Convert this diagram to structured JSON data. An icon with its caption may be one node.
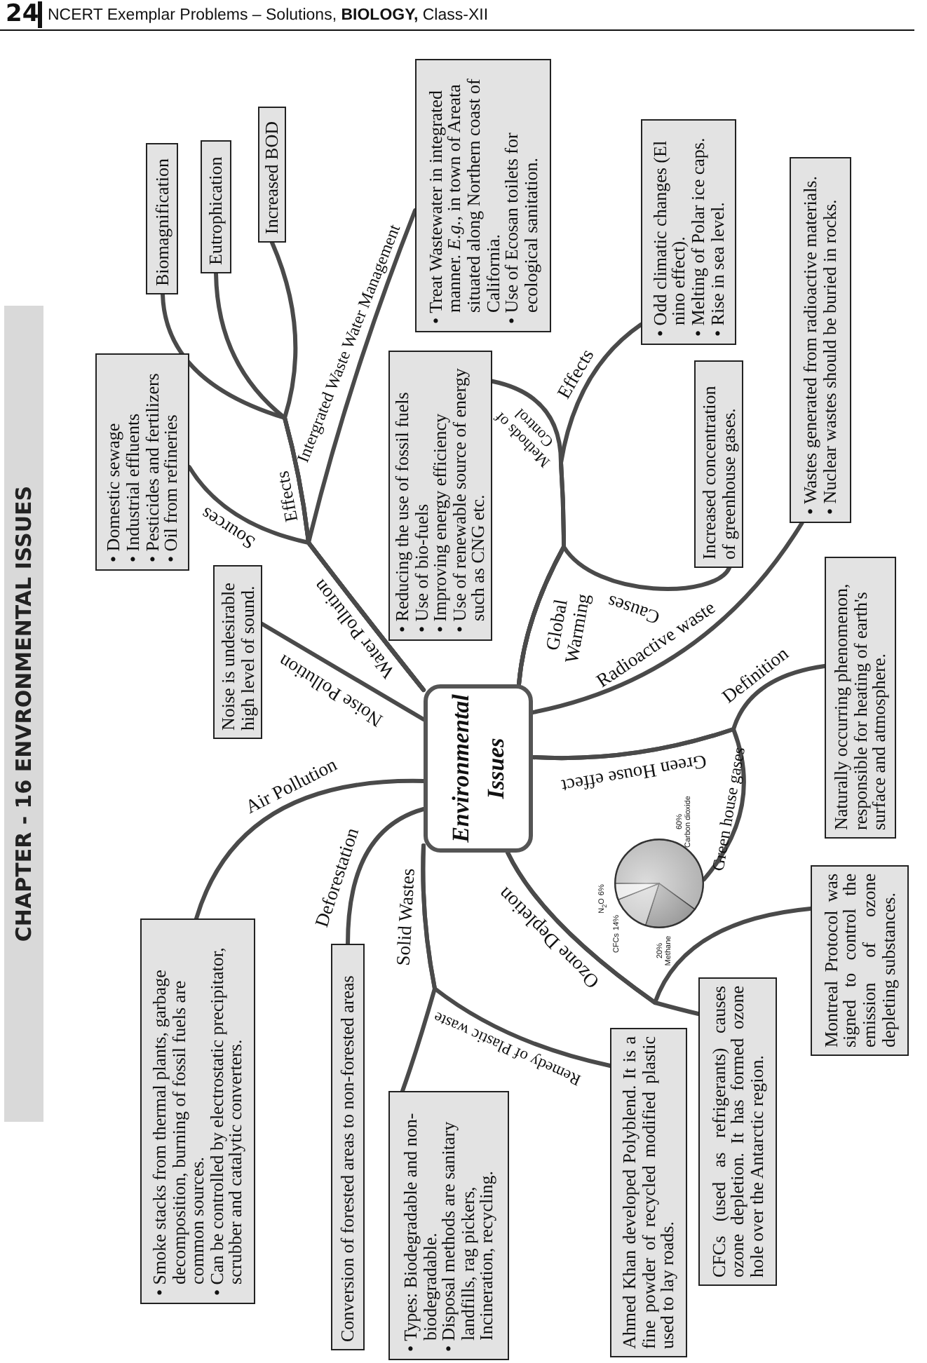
{
  "diagram": {
    "title": "CHAPTER - 16 ENVRONMENTAL ISSUES",
    "nodes": [
      {
        "text": [
          "Environmental Issues"
        ]
      },
      {
        "text": [
          "• Domestic sewage",
          "• Industrial effluents",
          "• Pesticides and fertilizers",
          "• Oil from refineries"
        ]
      },
      {
        "text": [
          "Biomagnification"
        ]
      },
      {
        "text": [
          "Eutrophication"
        ]
      },
      {
        "text": [
          "Increased BOD"
        ]
      },
      {
        "text": [
          "• Treat Wastewater in integrated manner. *E.g.*, in town of Areata situated along Northern coast of California.",
          "• Use of Ecosan toilets for ecological sanitation."
        ]
      },
      {
        "text": [
          "Noise is undesirable high level of sound."
        ]
      },
      {
        "text": [
          "• Smoke stacks from thermal plants, garbage decomposition, burning of fossil fuels are common sources.",
          "• Can be controlled by electrostatic precipitator, scrubber and catalytic converters."
        ]
      },
      {
        "text": [
          "Conversion of forested areas to non-forested areas"
        ]
      },
      {
        "text": [
          "• Types: Biodegradable and non-biodegradable.",
          "• Disposal methods are sanitary landfills, rag pickers, Incineration, recycling."
        ]
      },
      {
        "text": [
          "Ahmed Khan developed Polyblend. It is a fine powder of recycled modified plastic used to lay roads."
        ]
      },
      {
        "text": [
          "CFCs (used as refrigerants) causes ozone depletion. It has formed ozone hole over the Antarctic region."
        ]
      },
      {
        "text": [
          "Montreal Protocol was signed to control the emission of ozone depleting substances."
        ]
      },
      {
        "text": [],
        "shape": "circle"
      },
      {
        "text": [
          "Naturally occurring phenomenon, responsible for heating of earth's surface and atmosphere."
        ]
      },
      {
        "text": [
          "• Wastes generated from radioactive materials.",
          "• Nuclear wastes should be buried in rocks."
        ]
      },
      {
        "text": [
          "Increased concentration of greenhouse gases."
        ]
      },
      {
        "text": [
          "• Reducing the use of fossil fuels",
          "• Use of bio-fuels",
          "• Improving energy efficiency",
          "• Use of renewable source of energy such as CNG etc."
        ]
      },
      {
        "text": [
          "• Odd climatic changes (El nino effect).",
          "• Melting of Polar ice caps.",
          "• Rise in sea level."
        ]
      }
    ],
    "edges": [
      {
        "from": 0,
        "to": 1,
        "arrow": "none",
        "label": "Sources"
      },
      {
        "from": 0,
        "to": 2,
        "arrow": "none"
      },
      {
        "from": 0,
        "to": 3,
        "arrow": "none"
      },
      {
        "from": 0,
        "to": 4,
        "arrow": "none"
      },
      {
        "from": 0,
        "to": 5,
        "arrow": "none",
        "label": "Intergrated Waste Water Management"
      },
      {
        "from": 0,
        "to": 6,
        "arrow": "none",
        "label": "Noise Pollution"
      },
      {
        "from": 0,
        "to": 7,
        "arrow": "none",
        "label": "Air Pollution"
      },
      {
        "from": 0,
        "to": 8,
        "arrow": "none",
        "label": "Deforestation"
      },
      {
        "from": 0,
        "to": 9,
        "arrow": "none"
      },
      {
        "from": 0,
        "to": 10,
        "arrow": "none",
        "label": "Remedy of Plastic waste"
      },
      {
        "from": 0,
        "to": 11,
        "arrow": "none"
      },
      {
        "from": 0,
        "to": 12,
        "arrow": "none"
      },
      {
        "from": 0,
        "to": 13,
        "arrow": "none",
        "label": "Green house gases"
      },
      {
        "from": 0,
        "to": 14,
        "arrow": "none",
        "label": "Definition"
      },
      {
        "from": 0,
        "to": 15,
        "arrow": "none",
        "label": "Radioactive waste"
      },
      {
        "from": 0,
        "to": 16,
        "arrow": "none",
        "label": "Causes"
      },
      {
        "from": 0,
        "to": 17,
        "arrow": "none",
        "label": "Methods of Control"
      },
      {
        "from": 0,
        "to": 18,
        "arrow": "none",
        "label": "Effects"
      }
    ],
    "labels": [
      "24",
      "NCERT Exemplar Problems – Solutions, **BIOLOGY,** Class-XII",
      "Water Pollution",
      "Effects",
      "Solid Wastes",
      "Ozone Depletion",
      "Green House effect",
      "Global Warming"
    ],
    "chart_data": {
      "type": "pie",
      "categories": [
        "Carbon dioxide",
        "Methane",
        "CFCs",
        "N$_{2}$O"
      ],
      "values": [
        60,
        20,
        14,
        6
      ],
      "value_labels": [
        "60%",
        "20%",
        "14%",
        "6%"
      ]
    }
  }
}
